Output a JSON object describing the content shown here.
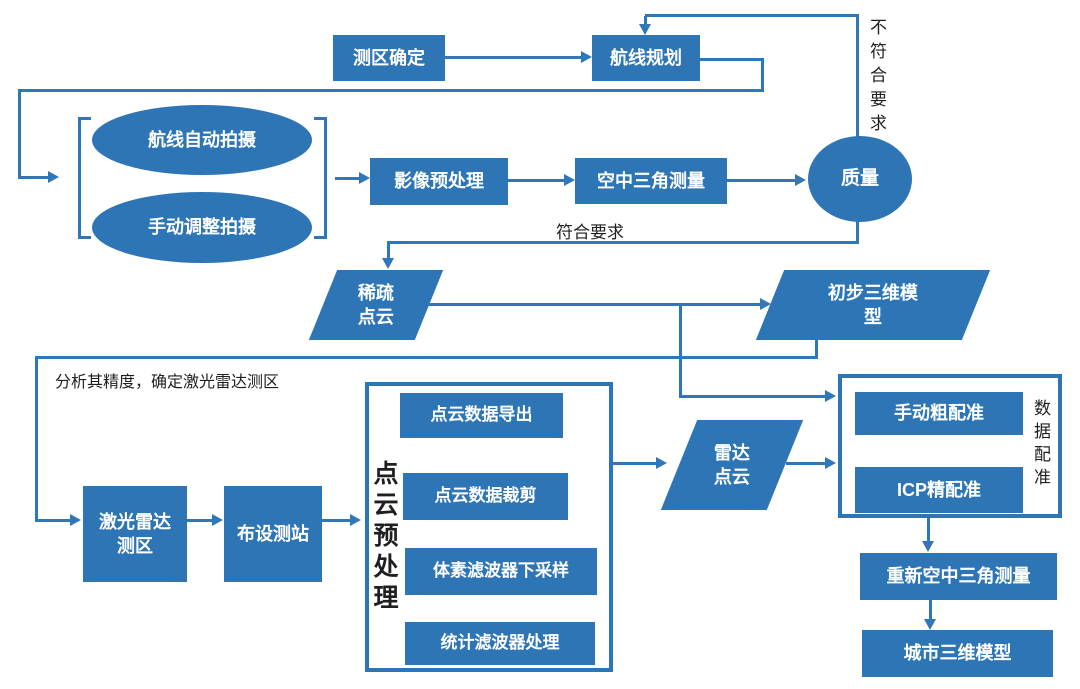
{
  "colors": {
    "shape_fill": "#2E75B6",
    "line": "#2F77B9",
    "text_on_shape": "#FFFFFF",
    "text_plain": "#1F1F1F",
    "background": "#FFFFFF"
  },
  "nodes": {
    "survey_area_determination": "测区确定",
    "route_planning": "航线规划",
    "auto_route_capture": "航线自动拍摄",
    "manual_adjust_capture": "手动调整拍摄",
    "image_preprocessing": "影像预处理",
    "aerial_triangulation": "空中三角测量",
    "quality_check": "质量",
    "sparse_point_cloud": "稀疏\n点云",
    "initial_3d_model": "初步三维模\n型",
    "lidar_survey_area": "激光雷达\n测区",
    "station_layout": "布设测站",
    "point_cloud_preprocess_group": "点云预处理",
    "point_cloud_data_export": "点云数据导出",
    "point_cloud_data_crop": "点云数据裁剪",
    "voxel_filter_downsample": "体素滤波器下采样",
    "statistical_filter_process": "统计滤波器处理",
    "radar_point_cloud": "雷达\n点云",
    "manual_coarse_registration": "手动粗配准",
    "icp_fine_registration": "ICP精配准",
    "data_registration_group": "数据配准",
    "re_aerial_triangulation": "重新空中三角测量",
    "city_3d_model": "城市三维模型"
  },
  "edge_labels": {
    "not_meet_requirement": "不符合要求",
    "meet_requirement": "符合要求",
    "analyze_accuracy": "分析其精度，确定激光雷达测区"
  }
}
